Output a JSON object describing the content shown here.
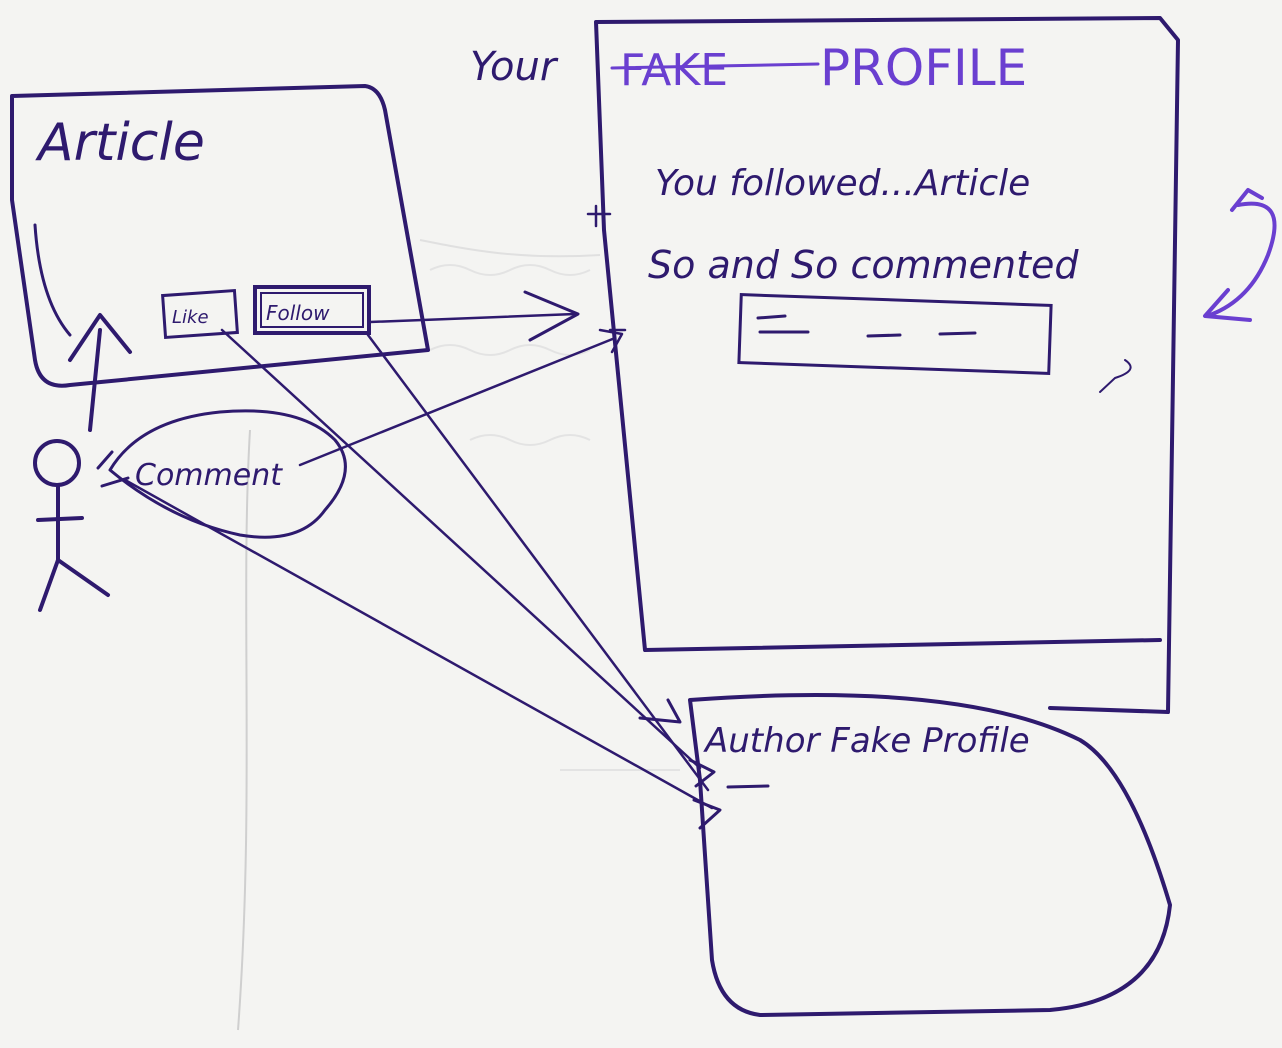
{
  "colors": {
    "ink_dark": "#2e1a6e",
    "ink_purple": "#6a3fd0",
    "paper": "#f4f4f2",
    "pencil": "#c9c9c9"
  },
  "article": {
    "title": "Article",
    "like_label": "Like",
    "follow_label": "Follow"
  },
  "actor": {
    "comment_label": "Comment"
  },
  "profile": {
    "title_prefix": "Your",
    "title_struck": "FAKE",
    "title_main": "PROFILE",
    "feed_items": [
      "You followed...Article",
      "So and So commented"
    ]
  },
  "author_profile": {
    "label": "Author Fake Profile"
  }
}
